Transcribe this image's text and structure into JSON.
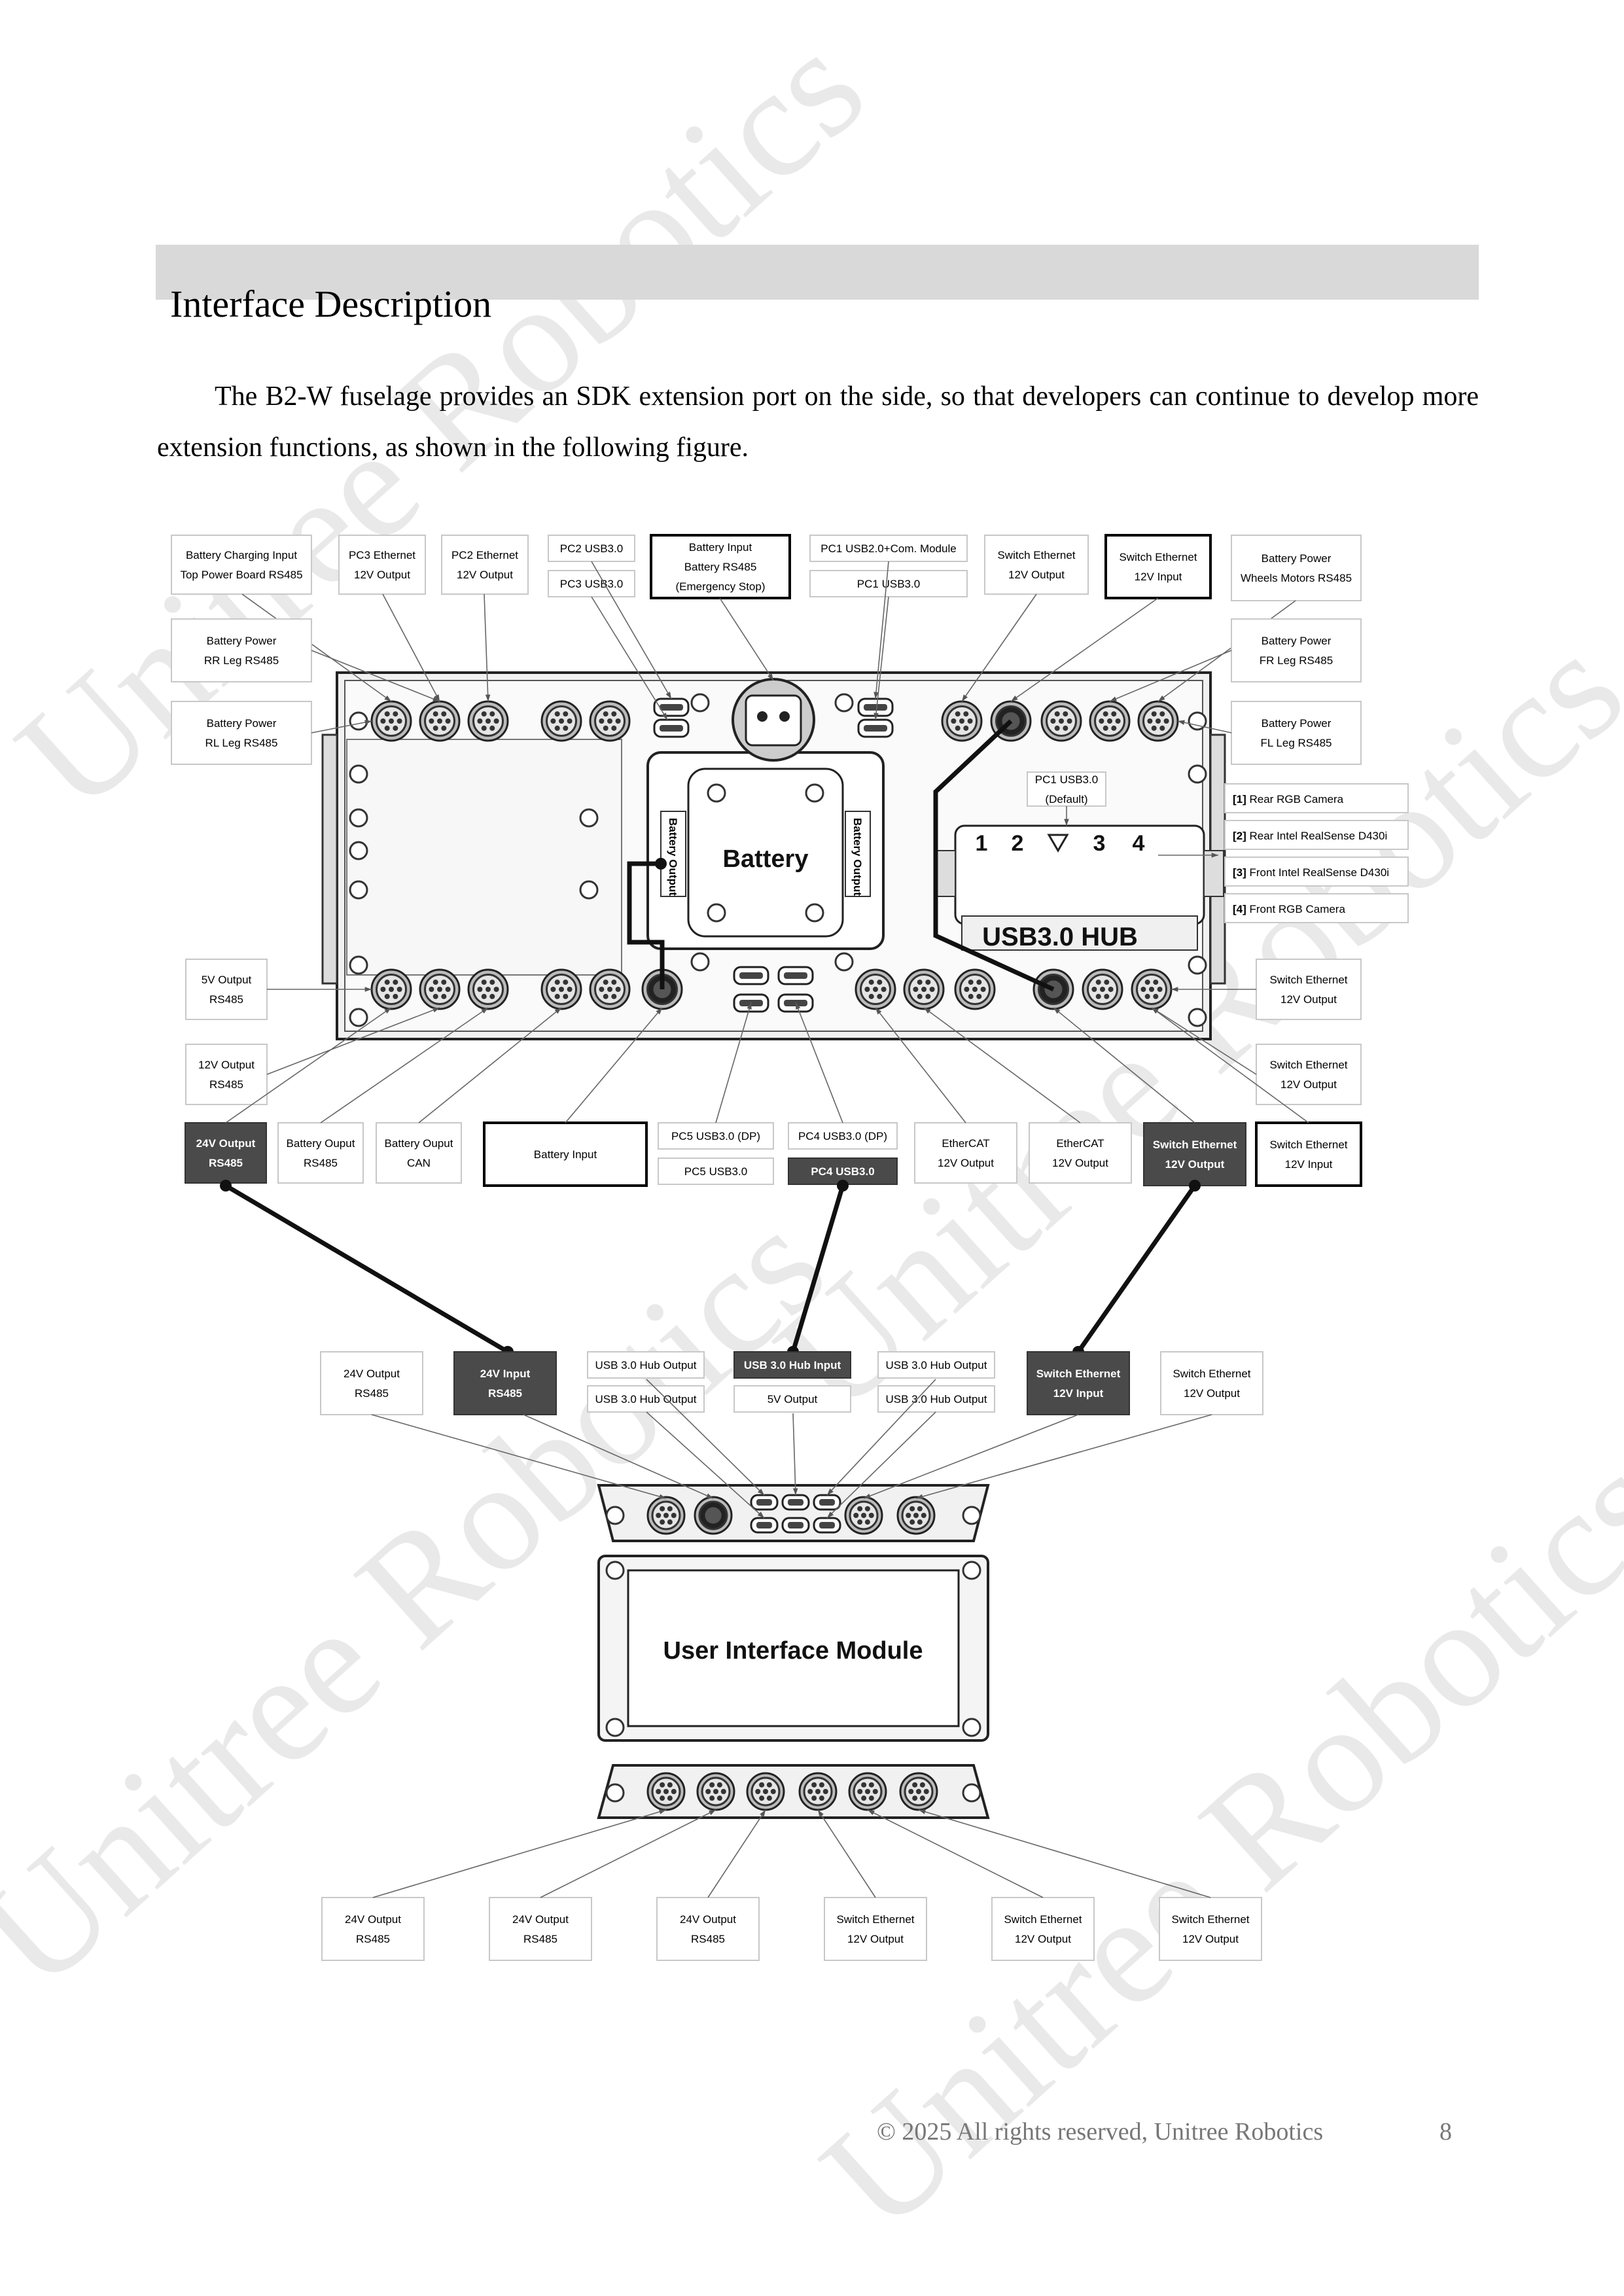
{
  "section": {
    "title": "Interface Description",
    "paragraph": "The B2-W fuselage provides an SDK extension port on the side, so that developers can continue to develop more extension functions, as shown in the following figure."
  },
  "footer": {
    "copyright": "© 2025    All rights reserved, Unitree Robotics",
    "page_number": "8"
  },
  "watermark": "Unitree Robotics",
  "diagram": {
    "top_labels": [
      [
        "Battery Charging Input",
        "Top Power Board RS485"
      ],
      [
        "PC3 Ethernet",
        "12V Output"
      ],
      [
        "PC2 Ethernet",
        "12V Output"
      ],
      [
        "PC2 USB3.0"
      ],
      [
        "PC3 USB3.0"
      ],
      [
        "Battery Input",
        "Battery RS485",
        "(Emergency Stop)"
      ],
      [
        "PC1 USB2.0+Com. Module"
      ],
      [
        "PC1 USB3.0"
      ],
      [
        "Switch Ethernet",
        "12V Output"
      ],
      [
        "Switch Ethernet",
        "12V Input"
      ],
      [
        "Battery Power",
        "Wheels Motors RS485"
      ]
    ],
    "left_labels": [
      [
        "Battery Power",
        "RR Leg RS485"
      ],
      [
        "Battery Power",
        "RL Leg RS485"
      ],
      [
        "5V Output",
        "RS485"
      ],
      [
        "12V Output",
        "RS485"
      ]
    ],
    "right_labels": [
      [
        "Battery Power",
        "FR Leg RS485"
      ],
      [
        "Battery Power",
        "FL Leg RS485"
      ],
      [
        "Switch Ethernet",
        "12V Output"
      ],
      [
        "Switch Ethernet",
        "12V Output"
      ]
    ],
    "camera_legend": [
      {
        "num": "[1]",
        "text": "Rear RGB Camera"
      },
      {
        "num": "[2]",
        "text": "Rear Intel RealSense D430i"
      },
      {
        "num": "[3]",
        "text": "Front Intel RealSense D430i"
      },
      {
        "num": "[4]",
        "text": "Front RGB Camera"
      }
    ],
    "pc1_default": [
      "PC1 USB3.0",
      "(Default)"
    ],
    "battery_label": "Battery",
    "battery_output": "Battery Output",
    "usb_hub_label": "USB3.0 HUB",
    "hub_port_numbers": [
      "1",
      "2",
      "3",
      "4"
    ],
    "bottom_row_labels": [
      [
        "24V Output",
        "RS485"
      ],
      [
        "Battery Ouput",
        "RS485"
      ],
      [
        "Battery Ouput",
        "CAN"
      ],
      [
        "Battery Input"
      ],
      [
        "PC5 USB3.0 (DP)"
      ],
      [
        "PC5 USB3.0"
      ],
      [
        "PC4 USB3.0 (DP)"
      ],
      [
        "PC4 USB3.0"
      ],
      [
        "EtherCAT",
        "12V Output"
      ],
      [
        "EtherCAT",
        "12V Output"
      ],
      [
        "Switch Ethernet",
        "12V Output"
      ],
      [
        "Switch Ethernet",
        "12V Input"
      ]
    ],
    "module_top_labels": [
      [
        "24V Output",
        "RS485"
      ],
      [
        "24V Input",
        "RS485"
      ],
      [
        "USB 3.0 Hub Output"
      ],
      [
        "USB 3.0 Hub Output"
      ],
      [
        "USB 3.0 Hub Input"
      ],
      [
        "5V Output"
      ],
      [
        "USB 3.0 Hub Output"
      ],
      [
        "USB 3.0 Hub Output"
      ],
      [
        "Switch Ethernet",
        "12V Input"
      ],
      [
        "Switch Ethernet",
        "12V Output"
      ]
    ],
    "module_label": "User Interface Module",
    "module_bottom_labels": [
      [
        "24V Output",
        "RS485"
      ],
      [
        "24V Output",
        "RS485"
      ],
      [
        "24V Output",
        "RS485"
      ],
      [
        "Switch Ethernet",
        "12V Output"
      ],
      [
        "Switch Ethernet",
        "12V Output"
      ],
      [
        "Switch Ethernet",
        "12V Output"
      ]
    ]
  }
}
